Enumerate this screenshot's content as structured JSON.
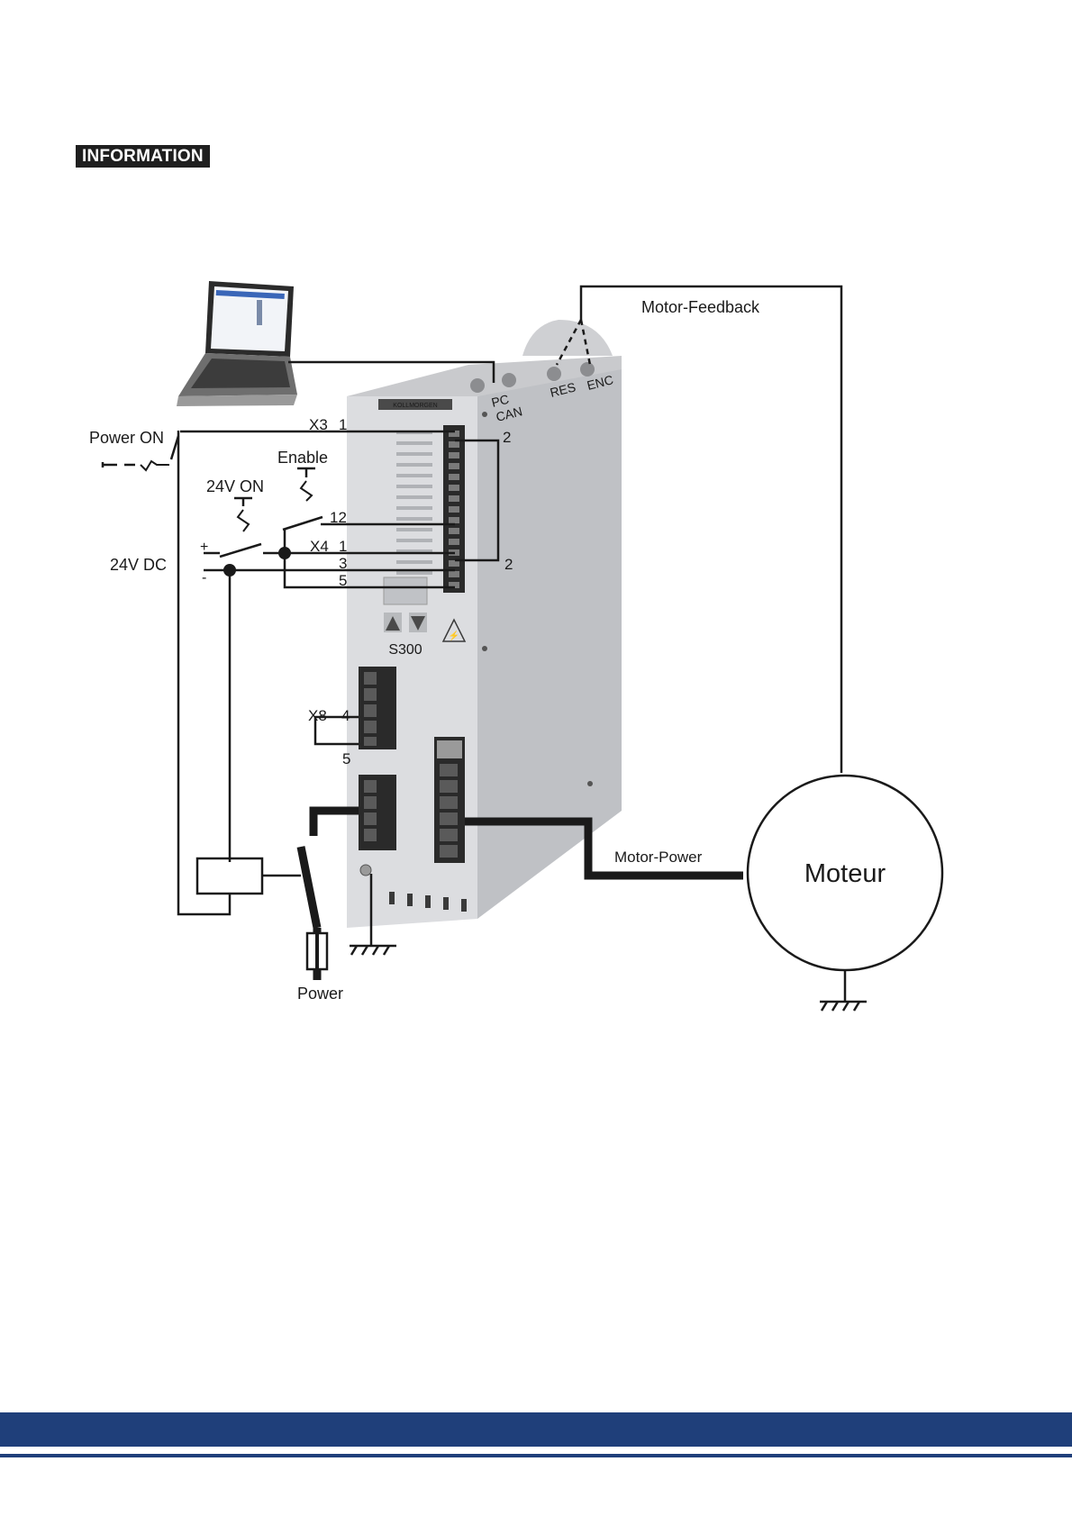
{
  "header": {
    "badge": "INFORMATION"
  },
  "diagram": {
    "labels": {
      "power_on": "Power ON",
      "enable": "Enable",
      "v24_on": "24V ON",
      "v24_dc": "24V DC",
      "plus": "+",
      "minus": "-",
      "x3": "X3",
      "x3_pin1": "1",
      "x3_pin2_top": "2",
      "pin12": "12",
      "x4": "X4",
      "x4_pin1": "1",
      "pin3": "3",
      "pin5": "5",
      "x4_pin2_right": "2",
      "x8": "X8",
      "x8_pin4": "4",
      "x8_pin5": "5",
      "motor_feedback": "Motor-Feedback",
      "motor_power": "Motor-Power",
      "moteur": "Moteur",
      "power": "Power",
      "pc": "PC",
      "can": "CAN",
      "res": "RES",
      "enc": "ENC",
      "model": "S300",
      "brand": "KOLLMORGEN"
    }
  },
  "colors": {
    "footer": "#1f3f7a",
    "line": "#1a1a1a",
    "device_face": "#dcdde0",
    "device_side": "#bfc1c5"
  }
}
